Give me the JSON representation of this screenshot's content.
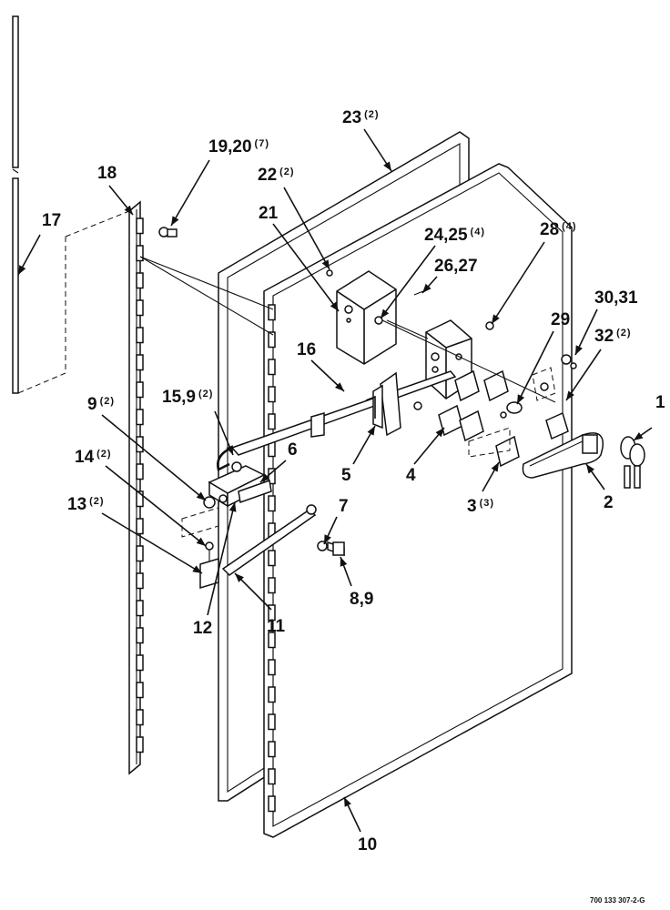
{
  "callouts": [
    {
      "id": "c1",
      "text": "1",
      "qty": ""
    },
    {
      "id": "c2",
      "text": "2",
      "qty": ""
    },
    {
      "id": "c3",
      "text": "3",
      "qty": "(3)"
    },
    {
      "id": "c4",
      "text": "4",
      "qty": ""
    },
    {
      "id": "c5",
      "text": "5",
      "qty": ""
    },
    {
      "id": "c6",
      "text": "6",
      "qty": ""
    },
    {
      "id": "c7",
      "text": "7",
      "qty": ""
    },
    {
      "id": "c8",
      "text": "8,9",
      "qty": ""
    },
    {
      "id": "c9",
      "text": "9",
      "qty": "(2)"
    },
    {
      "id": "c10",
      "text": "10",
      "qty": ""
    },
    {
      "id": "c11",
      "text": "11",
      "qty": ""
    },
    {
      "id": "c12",
      "text": "12",
      "qty": ""
    },
    {
      "id": "c13",
      "text": "13",
      "qty": "(2)"
    },
    {
      "id": "c14",
      "text": "14",
      "qty": "(2)"
    },
    {
      "id": "c15",
      "text": "15,9",
      "qty": "(2)"
    },
    {
      "id": "c16",
      "text": "16",
      "qty": ""
    },
    {
      "id": "c17",
      "text": "17",
      "qty": ""
    },
    {
      "id": "c18",
      "text": "18",
      "qty": ""
    },
    {
      "id": "c19",
      "text": "19,20",
      "qty": "(7)"
    },
    {
      "id": "c21",
      "text": "21",
      "qty": ""
    },
    {
      "id": "c22",
      "text": "22",
      "qty": "(2)"
    },
    {
      "id": "c23",
      "text": "23",
      "qty": "(2)"
    },
    {
      "id": "c24",
      "text": "24,25",
      "qty": "(4)"
    },
    {
      "id": "c26",
      "text": "26,27",
      "qty": ""
    },
    {
      "id": "c28",
      "text": "28",
      "qty": "(4)"
    },
    {
      "id": "c29",
      "text": "29",
      "qty": ""
    },
    {
      "id": "c30",
      "text": "30,31",
      "qty": ""
    },
    {
      "id": "c32",
      "text": "32",
      "qty": "(2)"
    }
  ],
  "drawing_number": "700 133 307-2-G"
}
